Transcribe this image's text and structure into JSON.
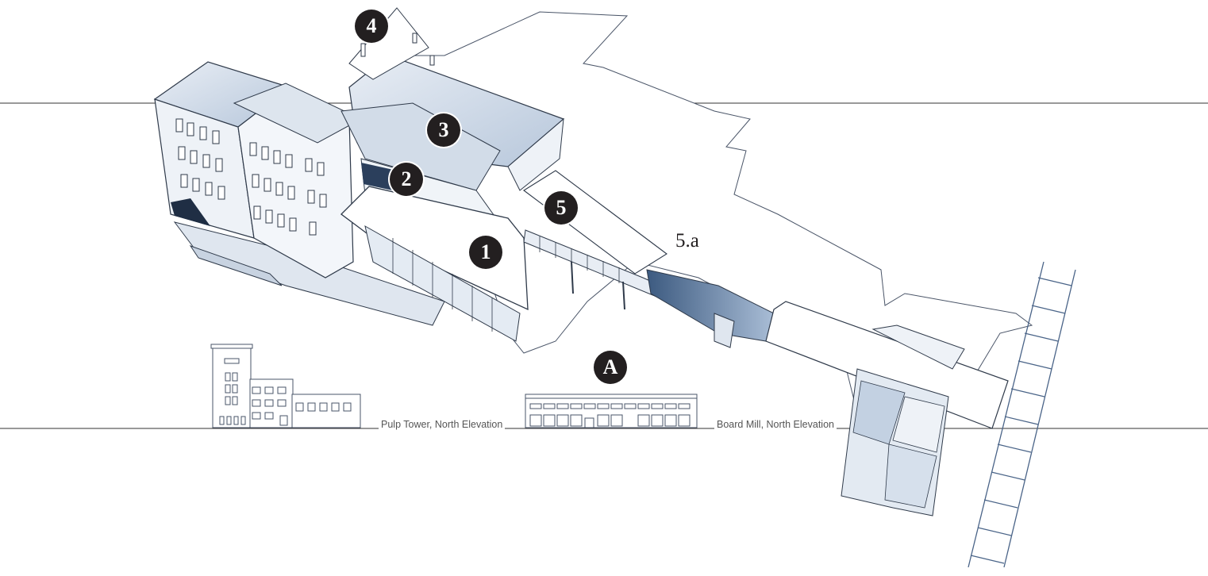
{
  "markers": {
    "m1": "1",
    "m2": "2",
    "m3": "3",
    "m4": "4",
    "m5": "5",
    "mA": "A",
    "sub5a": "5.a"
  },
  "captions": {
    "pulp_tower": "Pulp Tower, North Elevation",
    "board_mill": "Board Mill, North Elevation"
  },
  "colors": {
    "ink": "#231f20",
    "line": "#2f3a4a",
    "shade": "#9fb3cc",
    "shade_dark": "#2e4a6b",
    "caption": "#555555"
  }
}
